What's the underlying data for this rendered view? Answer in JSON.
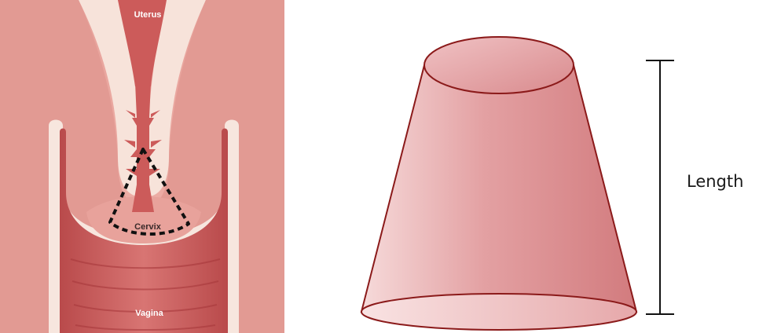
{
  "anatomy": {
    "labels": {
      "uterus": "Uterus",
      "cervix": "Cervix",
      "vagina": "Vagina"
    }
  },
  "model": {
    "length_label": "Length"
  },
  "colors": {
    "tissue_outer": "#e8a09a",
    "tissue_lining": "#f8e6dd",
    "canal_red": "#cc5b5a",
    "cone_fill": "#dc8a8c",
    "cone_stroke": "#8b1a1a",
    "cone_ellipse": "#e39a9c"
  }
}
